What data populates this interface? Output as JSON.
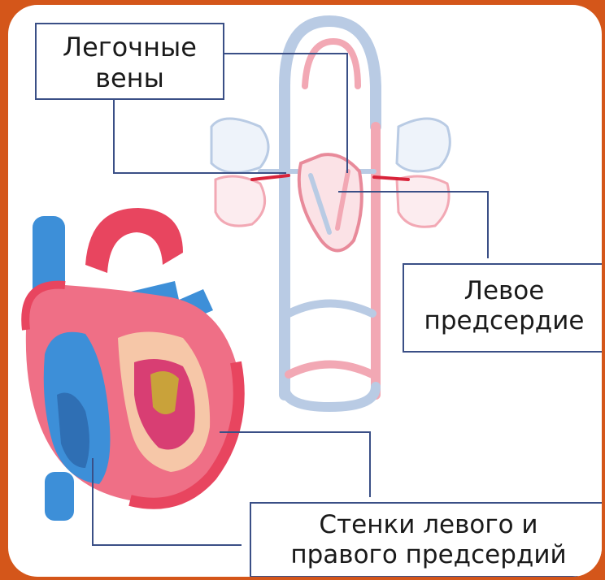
{
  "labels": {
    "pulmonary_veins": {
      "line1": "Легочные",
      "line2": "вены"
    },
    "left_atrium": {
      "line1": "Левое",
      "line2": "предсердие"
    },
    "atrial_walls": {
      "line1": "Стенки левого и",
      "line2": "правого предсердий"
    }
  },
  "colors": {
    "background": "#d4561a",
    "frame": "#ffffff",
    "label_border": "#3a4f86",
    "leader_line": "#3a4f86",
    "venous_blue": "#b9cbe4",
    "arterial_pink": "#f2a8b4",
    "heart_red": "#e8455f",
    "heart_blue": "#3d8fd8"
  }
}
